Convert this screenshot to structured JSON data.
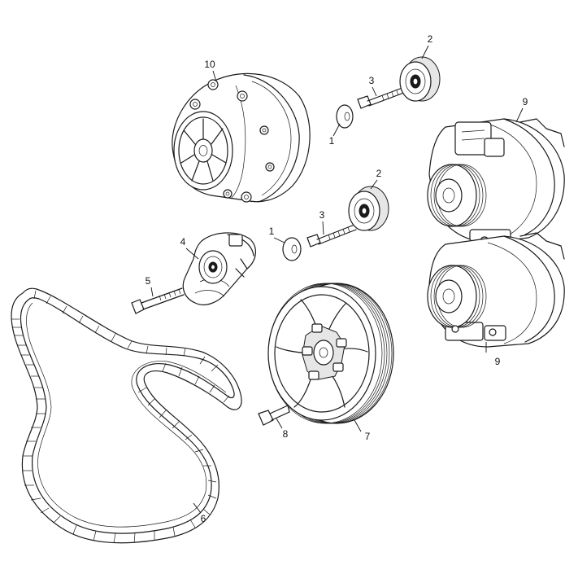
{
  "callouts": {
    "c1a": "1",
    "c1b": "1",
    "c2a": "2",
    "c2b": "2",
    "c3a": "3",
    "c3b": "3",
    "c4": "4",
    "c5": "5",
    "c6": "6",
    "c7": "7",
    "c8": "8",
    "c9a": "9",
    "c9b": "9",
    "c10": "10"
  },
  "parts": {
    "washer": "washer",
    "idler_pulley": "idler-pulley",
    "bolt": "bolt",
    "belt_tensioner": "belt-tensioner",
    "tensioner_bolt": "tensioner-bolt",
    "drive_belt": "serpentine-drive-belt",
    "crankshaft_pulley": "crankshaft-pulley",
    "crankshaft_bolt": "crankshaft-pulley-bolt",
    "generator": "generator",
    "water_pump": "water-pump"
  }
}
